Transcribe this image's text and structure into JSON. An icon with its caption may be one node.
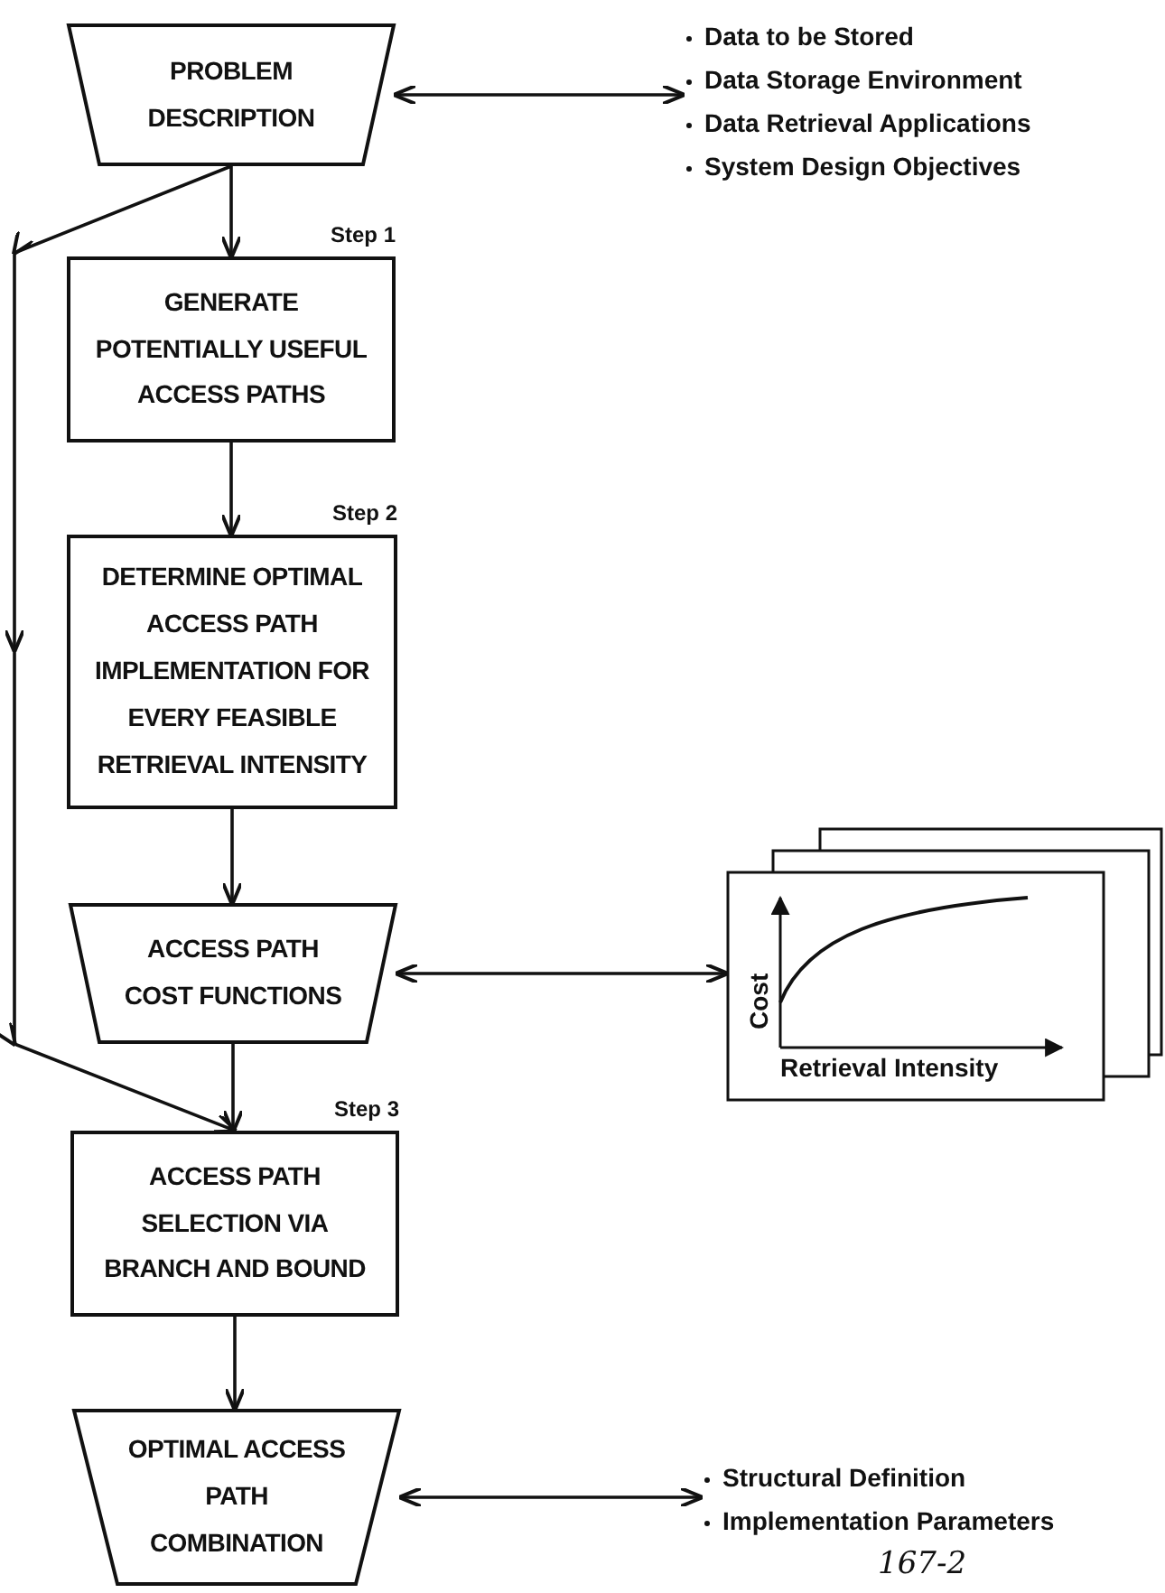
{
  "diagram": {
    "nodes": [
      {
        "text": [
          "PROBLEM DESCRIPTION"
        ]
      },
      {
        "text": [
          "GENERATE POTENTIALLY USEFUL ACCESS PATHS"
        ],
        "beside": [
          "Step 1"
        ]
      },
      {
        "text": [
          "DETERMINE OPTIMAL ACCESS PATH IMPLEMENTATION FOR EVERY FEASIBLE RETRIEVAL INTENSITY"
        ],
        "beside": [
          "Step 2"
        ]
      },
      {
        "text": [
          "ACCESS PATH COST FUNCTIONS"
        ]
      },
      {
        "text": [
          "ACCESS PATH SELECTION VIA BRANCH AND BOUND"
        ],
        "beside": [
          "Step 3"
        ]
      },
      {
        "text": [
          "OPTIMAL ACCESS PATH COMBINATION"
        ]
      },
      {
        "text": [
          "Data to be Stored",
          "Data Storage Environment",
          "Data Retrieval Applications",
          "System Design Objectives"
        ]
      },
      {
        "text": [
          "Cost",
          "Retrieval Intensity"
        ]
      },
      {
        "text": [
          "Structural Definition",
          "Implementation Parameters"
        ]
      }
    ],
    "edges": [
      {
        "from": 0,
        "to": 1,
        "arrow": "to"
      },
      {
        "from": 1,
        "to": 2,
        "arrow": "to"
      },
      {
        "from": 2,
        "to": 3,
        "arrow": "to"
      },
      {
        "from": 3,
        "to": 4,
        "arrow": "to"
      },
      {
        "from": 4,
        "to": 5,
        "arrow": "to"
      },
      {
        "from": 0,
        "to": 4,
        "arrow": "to"
      },
      {
        "from": 0,
        "to": 6,
        "arrow": "both"
      },
      {
        "from": 3,
        "to": 7,
        "arrow": "both"
      },
      {
        "from": 5,
        "to": 8,
        "arrow": "both"
      }
    ],
    "labels": [
      "167-2"
    ]
  }
}
